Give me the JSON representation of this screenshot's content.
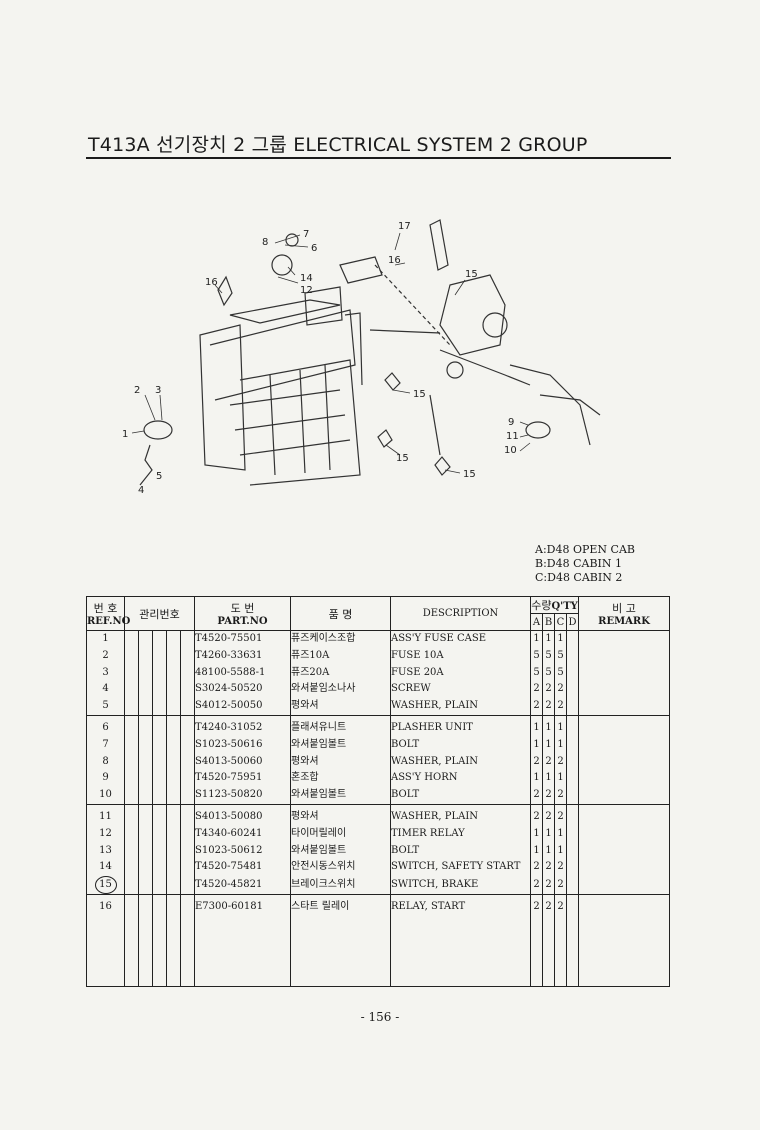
{
  "title": "T413A 선기장치 2 그룹 ELECTRICAL SYSTEM 2 GROUP",
  "diagram_labels": [
    "1",
    "2",
    "3",
    "4",
    "5",
    "6",
    "7",
    "8",
    "9",
    "10",
    "11",
    "12",
    "14",
    "15",
    "15",
    "15",
    "15",
    "16",
    "16",
    "17"
  ],
  "legend": [
    "A:D48 OPEN CAB",
    "B:D48 CABIN 1",
    "C:D48 CABIN 2"
  ],
  "table": {
    "headers": {
      "ref_ko": "번 호",
      "ref_en": "REF.NO",
      "mgmt_ko": "관리번호",
      "part_ko": "도 번",
      "part_en": "PART.NO",
      "name_ko": "품 명",
      "desc_en": "DESCRIPTION",
      "qty_ko": "수량",
      "qty_en": "Q'TY",
      "qty_a": "A",
      "qty_b": "B",
      "qty_c": "C",
      "qty_d": "D",
      "remark_ko": "비 고",
      "remark_en": "REMARK"
    },
    "rows": [
      {
        "ref": "1",
        "part": "T4520-75501",
        "name": "퓨즈케이스조합",
        "desc": "ASS'Y FUSE CASE",
        "a": "1",
        "b": "1",
        "c": "1",
        "d": ""
      },
      {
        "ref": "2",
        "part": "T4260-33631",
        "name": "퓨즈10A",
        "desc": "FUSE 10A",
        "a": "5",
        "b": "5",
        "c": "5",
        "d": ""
      },
      {
        "ref": "3",
        "part": "48100-5588-1",
        "name": "퓨즈20A",
        "desc": "FUSE 20A",
        "a": "5",
        "b": "5",
        "c": "5",
        "d": ""
      },
      {
        "ref": "4",
        "part": "S3024-50520",
        "name": "와셔붙임소나사",
        "desc": "SCREW",
        "a": "2",
        "b": "2",
        "c": "2",
        "d": ""
      },
      {
        "ref": "5",
        "part": "S4012-50050",
        "name": "평와셔",
        "desc": "WASHER, PLAIN",
        "a": "2",
        "b": "2",
        "c": "2",
        "d": ""
      },
      {
        "ref": "6",
        "part": "T4240-31052",
        "name": "플래셔유니트",
        "desc": "PLASHER UNIT",
        "a": "1",
        "b": "1",
        "c": "1",
        "d": ""
      },
      {
        "ref": "7",
        "part": "S1023-50616",
        "name": "와셔붙임볼트",
        "desc": "BOLT",
        "a": "1",
        "b": "1",
        "c": "1",
        "d": ""
      },
      {
        "ref": "8",
        "part": "S4013-50060",
        "name": "평와셔",
        "desc": "WASHER, PLAIN",
        "a": "2",
        "b": "2",
        "c": "2",
        "d": ""
      },
      {
        "ref": "9",
        "part": "T4520-75951",
        "name": "혼조합",
        "desc": "ASS'Y HORN",
        "a": "1",
        "b": "1",
        "c": "1",
        "d": ""
      },
      {
        "ref": "10",
        "part": "S1123-50820",
        "name": "와셔붙임볼트",
        "desc": "BOLT",
        "a": "2",
        "b": "2",
        "c": "2",
        "d": ""
      },
      {
        "ref": "11",
        "part": "S4013-50080",
        "name": "평와셔",
        "desc": "WASHER, PLAIN",
        "a": "2",
        "b": "2",
        "c": "2",
        "d": ""
      },
      {
        "ref": "12",
        "part": "T4340-60241",
        "name": "타이머릴레이",
        "desc": "TIMER RELAY",
        "a": "1",
        "b": "1",
        "c": "1",
        "d": ""
      },
      {
        "ref": "13",
        "part": "S1023-50612",
        "name": "와셔붙임볼트",
        "desc": "BOLT",
        "a": "1",
        "b": "1",
        "c": "1",
        "d": ""
      },
      {
        "ref": "14",
        "part": "T4520-75481",
        "name": "안전시동스위치",
        "desc": "SWITCH, SAFETY START",
        "a": "2",
        "b": "2",
        "c": "2",
        "d": ""
      },
      {
        "ref": "15",
        "part": "T4520-45821",
        "name": "브레이크스위치",
        "desc": "SWITCH, BRAKE",
        "a": "2",
        "b": "2",
        "c": "2",
        "d": ""
      },
      {
        "ref": "16",
        "part": "E7300-60181",
        "name": "스타트 릴레이",
        "desc": "RELAY, START",
        "a": "2",
        "b": "2",
        "c": "2",
        "d": ""
      }
    ]
  },
  "page_number": "- 156 -"
}
